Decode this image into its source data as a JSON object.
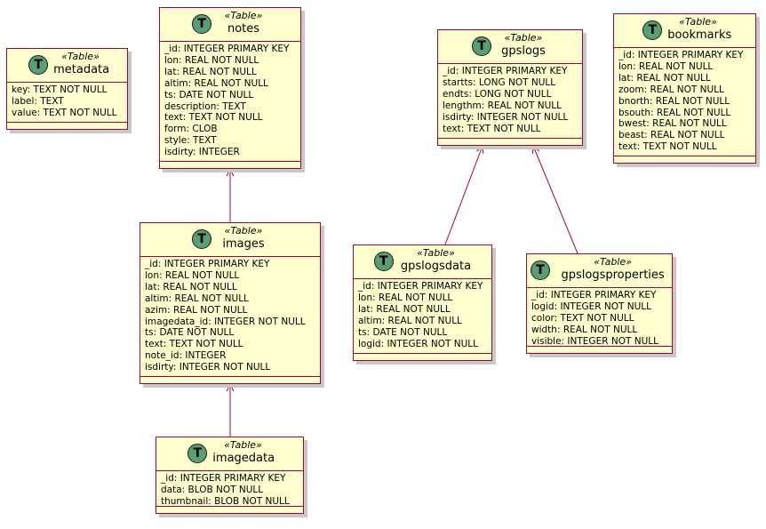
{
  "tables": [
    {
      "id": "metadata",
      "stereotype": "«Table»",
      "name": "metadata",
      "badge": "T",
      "fields": [
        "key: TEXT NOT NULL",
        "label: TEXT",
        "value: TEXT NOT NULL"
      ]
    },
    {
      "id": "notes",
      "stereotype": "«Table»",
      "name": "notes",
      "badge": "T",
      "fields": [
        "_id: INTEGER PRIMARY KEY",
        "lon: REAL NOT NULL",
        "lat: REAL NOT NULL",
        "altim: REAL NOT NULL",
        "ts: DATE NOT NULL",
        "description: TEXT",
        "text: TEXT NOT NULL",
        "form: CLOB",
        "style: TEXT",
        "isdirty: INTEGER"
      ]
    },
    {
      "id": "images",
      "stereotype": "«Table»",
      "name": "images",
      "badge": "T",
      "fields": [
        "_id: INTEGER PRIMARY KEY",
        "lon: REAL NOT NULL",
        "lat: REAL NOT NULL",
        "altim: REAL NOT NULL",
        "azim: REAL NOT NULL",
        "imagedata_id: INTEGER NOT NULL",
        "ts: DATE NOT NULL",
        "text: TEXT NOT NULL",
        "note_id: INTEGER",
        "isdirty: INTEGER NOT NULL"
      ]
    },
    {
      "id": "imagedata",
      "stereotype": "«Table»",
      "name": "imagedata",
      "badge": "T",
      "fields": [
        "_id: INTEGER PRIMARY KEY",
        "data: BLOB NOT NULL",
        "thumbnail: BLOB NOT NULL"
      ]
    },
    {
      "id": "gpslogs",
      "stereotype": "«Table»",
      "name": "gpslogs",
      "badge": "T",
      "fields": [
        "_id: INTEGER PRIMARY KEY",
        "startts: LONG NOT NULL",
        "endts: LONG NOT NULL",
        "lengthm: REAL NOT NULL",
        "isdirty: INTEGER NOT NULL",
        "text: TEXT NOT NULL"
      ]
    },
    {
      "id": "gpslogsdata",
      "stereotype": "«Table»",
      "name": "gpslogsdata",
      "badge": "T",
      "fields": [
        "_id: INTEGER PRIMARY KEY",
        "lon: REAL NOT NULL",
        "lat: REAL NOT NULL",
        "altim: REAL NOT NULL",
        "ts: DATE NOT NULL",
        "logid: INTEGER NOT NULL"
      ]
    },
    {
      "id": "gpslogsproperties",
      "stereotype": "«Table»",
      "name": "gpslogsproperties",
      "badge": "T",
      "fields": [
        "_id: INTEGER PRIMARY KEY",
        "logid: INTEGER NOT NULL",
        "color: TEXT NOT NULL",
        "width: REAL NOT NULL",
        "visible: INTEGER NOT NULL"
      ]
    },
    {
      "id": "bookmarks",
      "stereotype": "«Table»",
      "name": "bookmarks",
      "badge": "T",
      "fields": [
        "_id: INTEGER PRIMARY KEY",
        "lon: REAL NOT NULL",
        "lat: REAL NOT NULL",
        "zoom: REAL NOT NULL",
        "bnorth: REAL NOT NULL",
        "bsouth: REAL NOT NULL",
        "bwest: REAL NOT NULL",
        "beast: REAL NOT NULL",
        "text: TEXT NOT NULL"
      ]
    }
  ],
  "relations": [
    {
      "from": "images",
      "to": "notes"
    },
    {
      "from": "imagedata",
      "to": "images"
    },
    {
      "from": "gpslogsdata",
      "to": "gpslogs"
    },
    {
      "from": "gpslogsproperties",
      "to": "gpslogs"
    }
  ],
  "colors": {
    "fill": "#fefece",
    "border": "#a80036",
    "badge": "#5a9e75",
    "edge": "#a80036"
  }
}
